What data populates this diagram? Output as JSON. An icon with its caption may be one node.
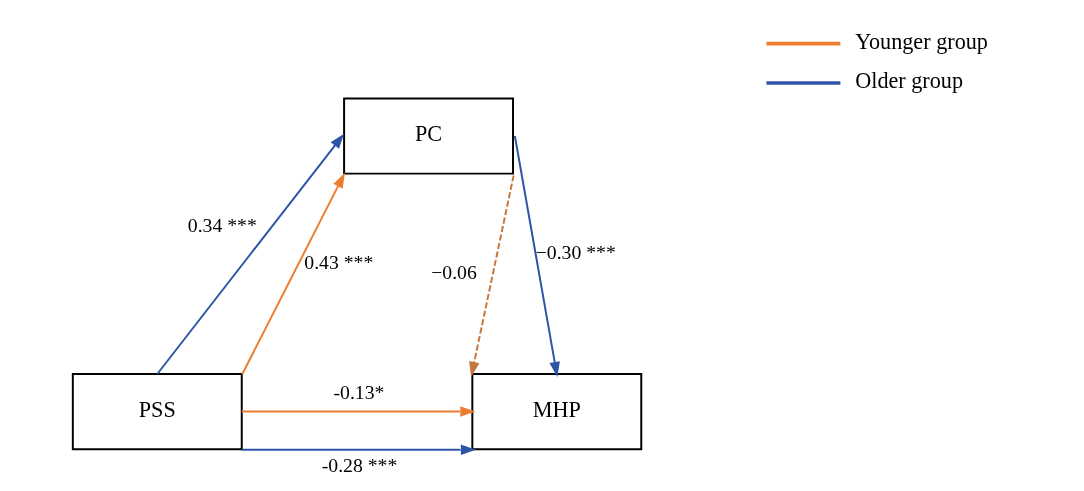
{
  "diagram": {
    "nodes": [
      {
        "text": [
          "PSS"
        ]
      },
      {
        "text": [
          "PC"
        ]
      },
      {
        "text": [
          "MHP"
        ]
      }
    ],
    "edges": [
      {
        "from": 0,
        "to": 1,
        "arrow": "to",
        "label": "0.34 ***",
        "color": "#2e54a6"
      },
      {
        "from": 0,
        "to": 1,
        "arrow": "to",
        "label": "0.43 ***",
        "color": "#ed7d31"
      },
      {
        "from": 1,
        "to": 2,
        "arrow": "to",
        "label": "−0.30 ***",
        "color": "#2e54a6"
      },
      {
        "from": 1,
        "to": 2,
        "arrow": "to",
        "label": "−0.06",
        "style": "dashed",
        "color": "#c5773f"
      },
      {
        "from": 0,
        "to": 2,
        "arrow": "to",
        "label": "-0.13*",
        "color": "#ed7d31"
      },
      {
        "from": 0,
        "to": 2,
        "arrow": "to",
        "label": "-0.28 ***",
        "color": "#2e54a6"
      }
    ],
    "legend": [
      {
        "text": "Younger group"
      },
      {
        "text": "Older group"
      }
    ]
  }
}
